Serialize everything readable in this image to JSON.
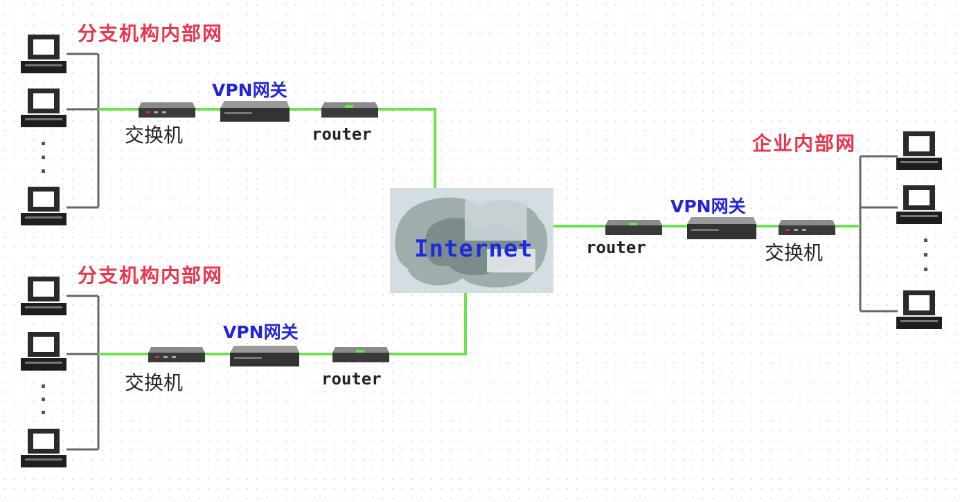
{
  "branch_top": {
    "network_label": "分支机构内部网",
    "switch_label": "交换机",
    "vpn_label": "VPN网关",
    "router_label": "router"
  },
  "branch_bottom": {
    "network_label": "分支机构内部网",
    "switch_label": "交换机",
    "vpn_label": "VPN网关",
    "router_label": "router"
  },
  "internet": {
    "label": "Internet"
  },
  "enterprise": {
    "network_label": "企业内部网",
    "switch_label": "交换机",
    "vpn_label": "VPN网关",
    "router_label": "router"
  },
  "colors": {
    "link_green": "#6be24f",
    "lan_gray": "#555555",
    "label_red": "#e8344c",
    "label_blue": "#2323d8"
  },
  "icons": [
    "computer-icon",
    "switch-icon",
    "vpn-gateway-icon",
    "router-icon",
    "cloud-icon"
  ]
}
